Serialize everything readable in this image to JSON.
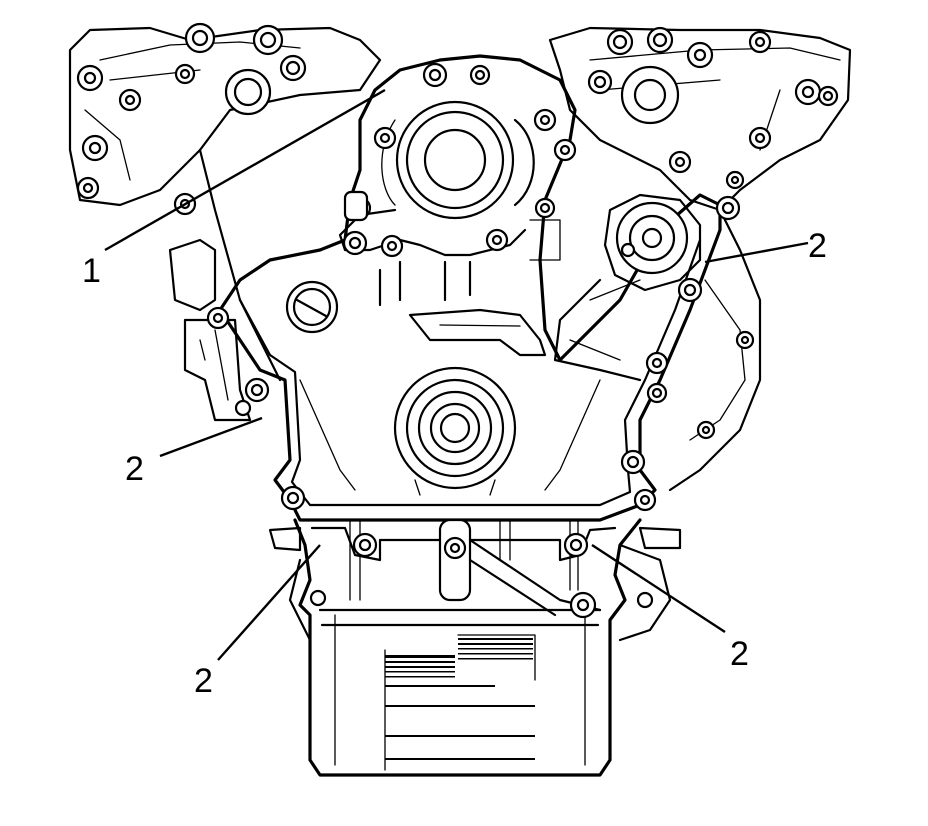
{
  "callouts": [
    {
      "id": "c1",
      "label": "1"
    },
    {
      "id": "c2a",
      "label": "2"
    },
    {
      "id": "c2b",
      "label": "2"
    },
    {
      "id": "c2c",
      "label": "2"
    },
    {
      "id": "c2d",
      "label": "2"
    }
  ]
}
